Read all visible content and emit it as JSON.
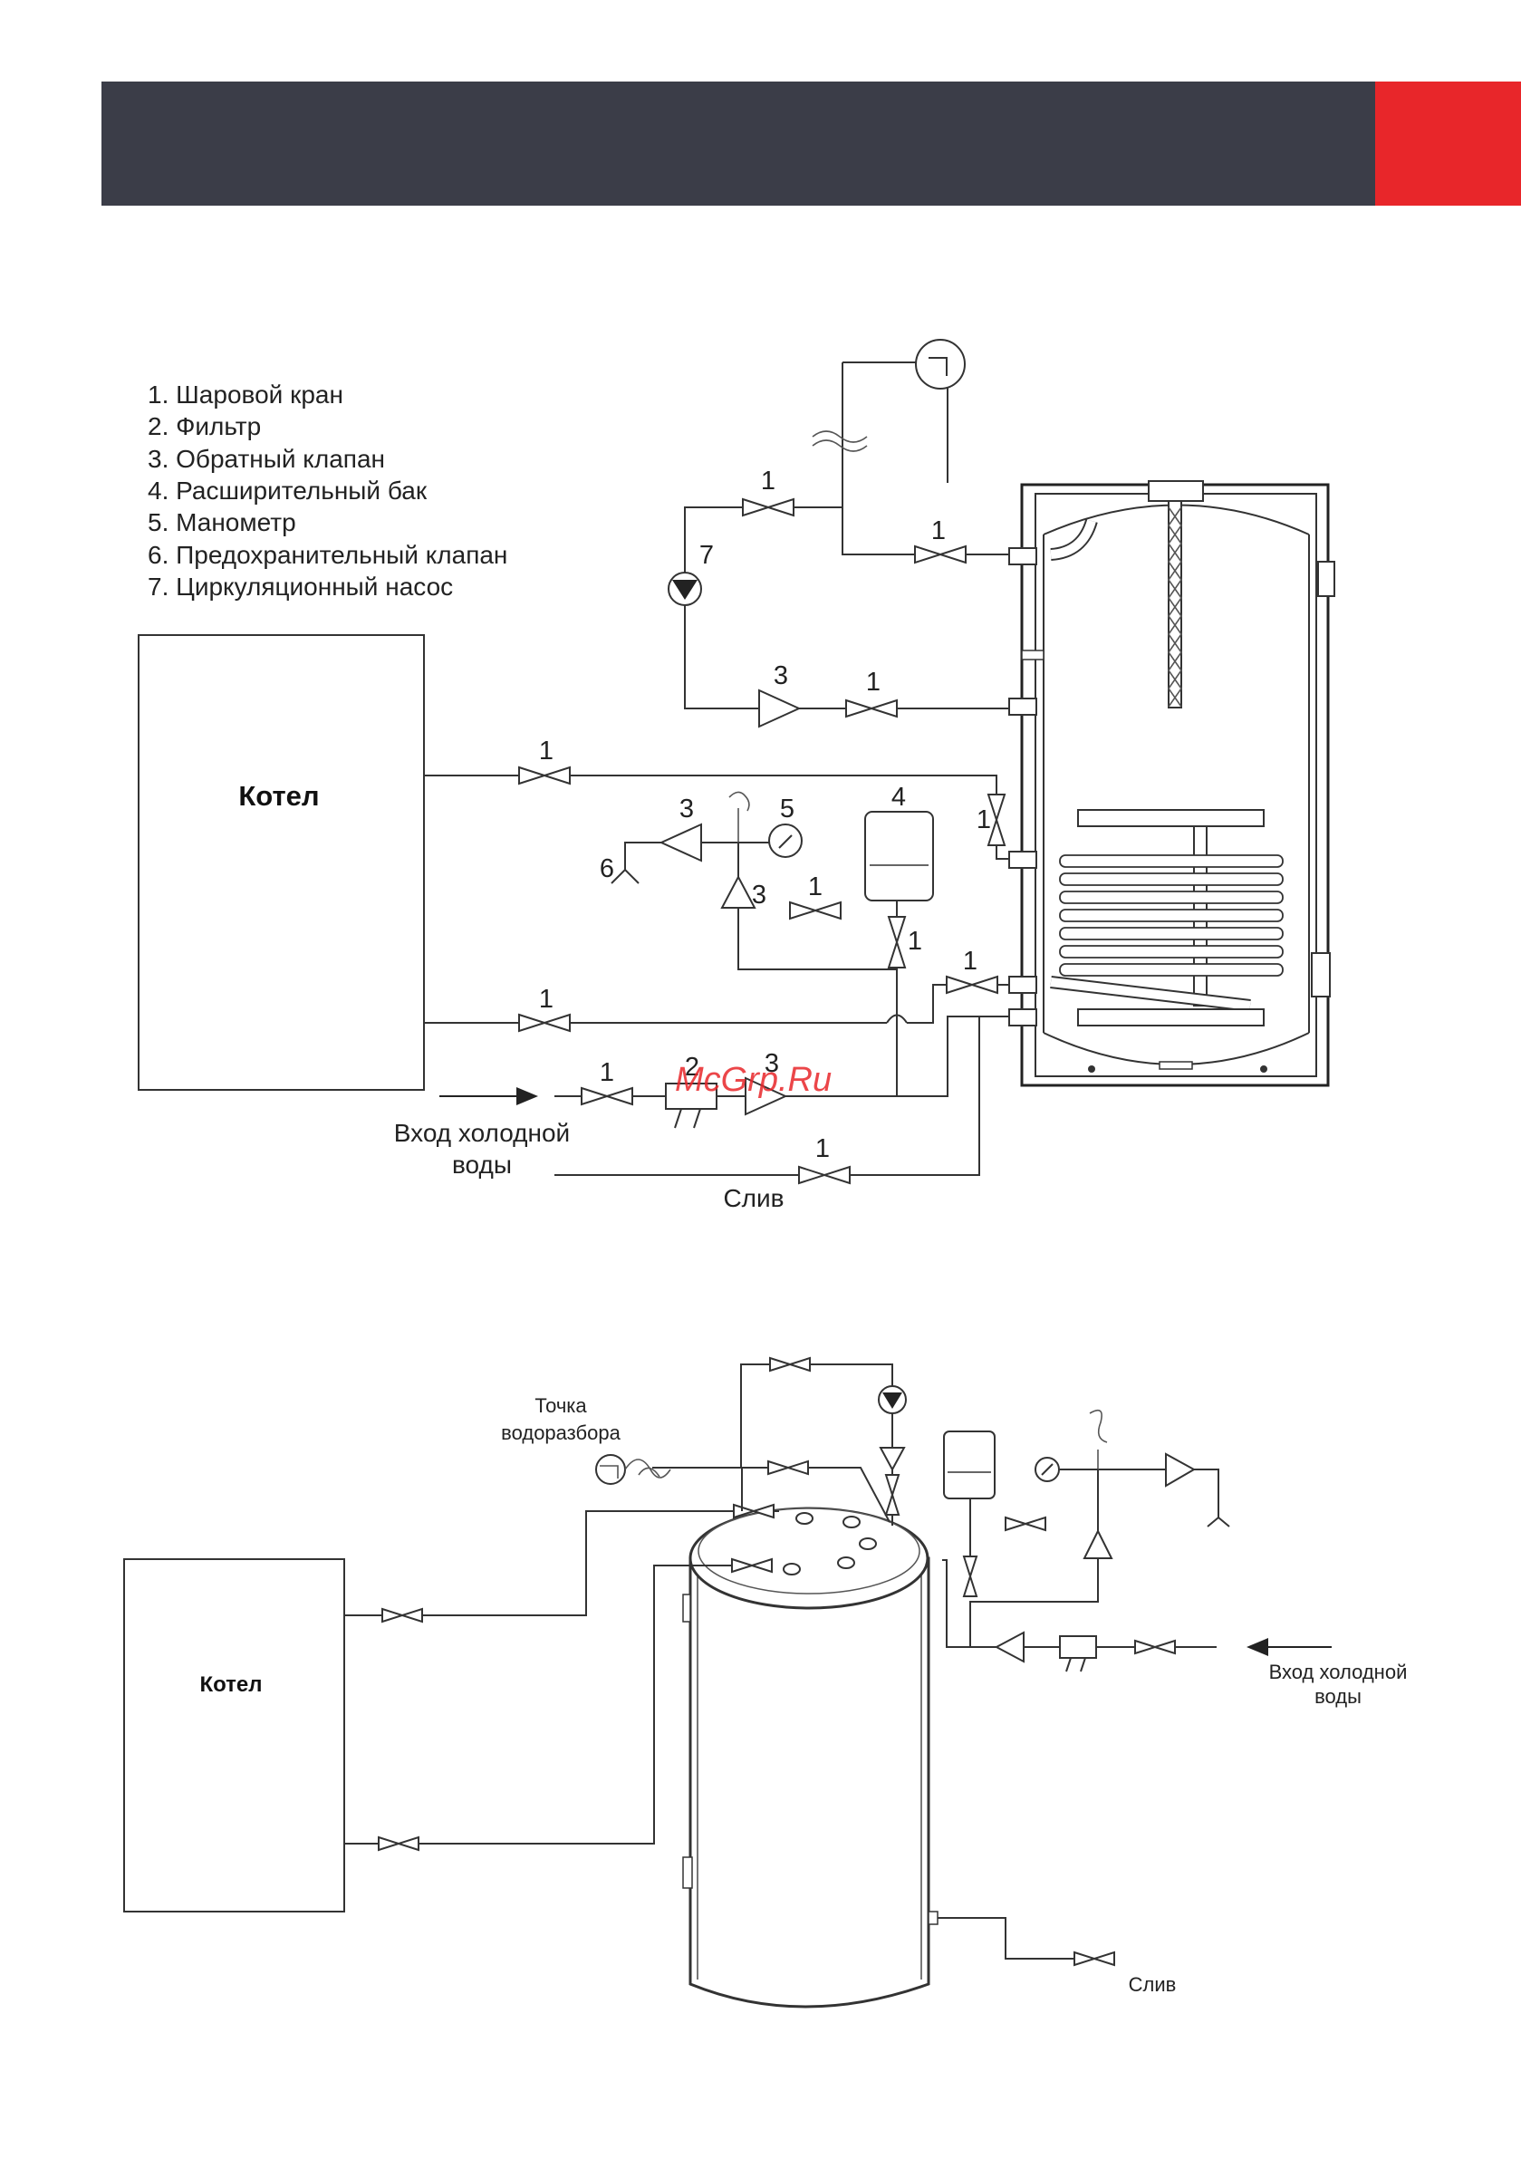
{
  "legend": [
    "1. Шаровой кран",
    "2. Фильтр",
    "3. Обратный клапан",
    "4. Расширительный бак",
    "5. Манометр",
    "6. Предохранительный клапан",
    "7. Циркуляционный насос"
  ],
  "scheme1": {
    "boiler_label": "Котел",
    "cold_water_label_line1": "Вход холодной",
    "cold_water_label_line2": "воды",
    "drain_label": "Слив",
    "numbers": {
      "pump_valve": "1",
      "upper_right_valve": "1",
      "pump": "7",
      "check_valve_return": "3",
      "return_valve": "1",
      "boiler_supply_valve": "1",
      "coil_in_valve": "1",
      "safety_check": "3",
      "manometer": "5",
      "exp_tank": "4",
      "safety_valve": "6",
      "bypass_valve": "1",
      "bypass_check": "3",
      "tank_valve": "1",
      "coil_out_valve": "1",
      "boiler_return_valve": "1",
      "cold_valve": "1",
      "filter": "2",
      "cold_check": "3",
      "drain_valve": "1"
    }
  },
  "watermark": "McGrp.Ru",
  "scheme2": {
    "drawpoint_line1": "Точка",
    "drawpoint_line2": "водоразбора",
    "boiler_label": "Котел",
    "cold_water_label_line1": "Вход холодной",
    "cold_water_label_line2": "воды",
    "drain_label": "Слив"
  },
  "colors": {
    "header_bar": "#3b3d48",
    "header_accent": "#e8262a",
    "watermark": "#e8262a"
  }
}
